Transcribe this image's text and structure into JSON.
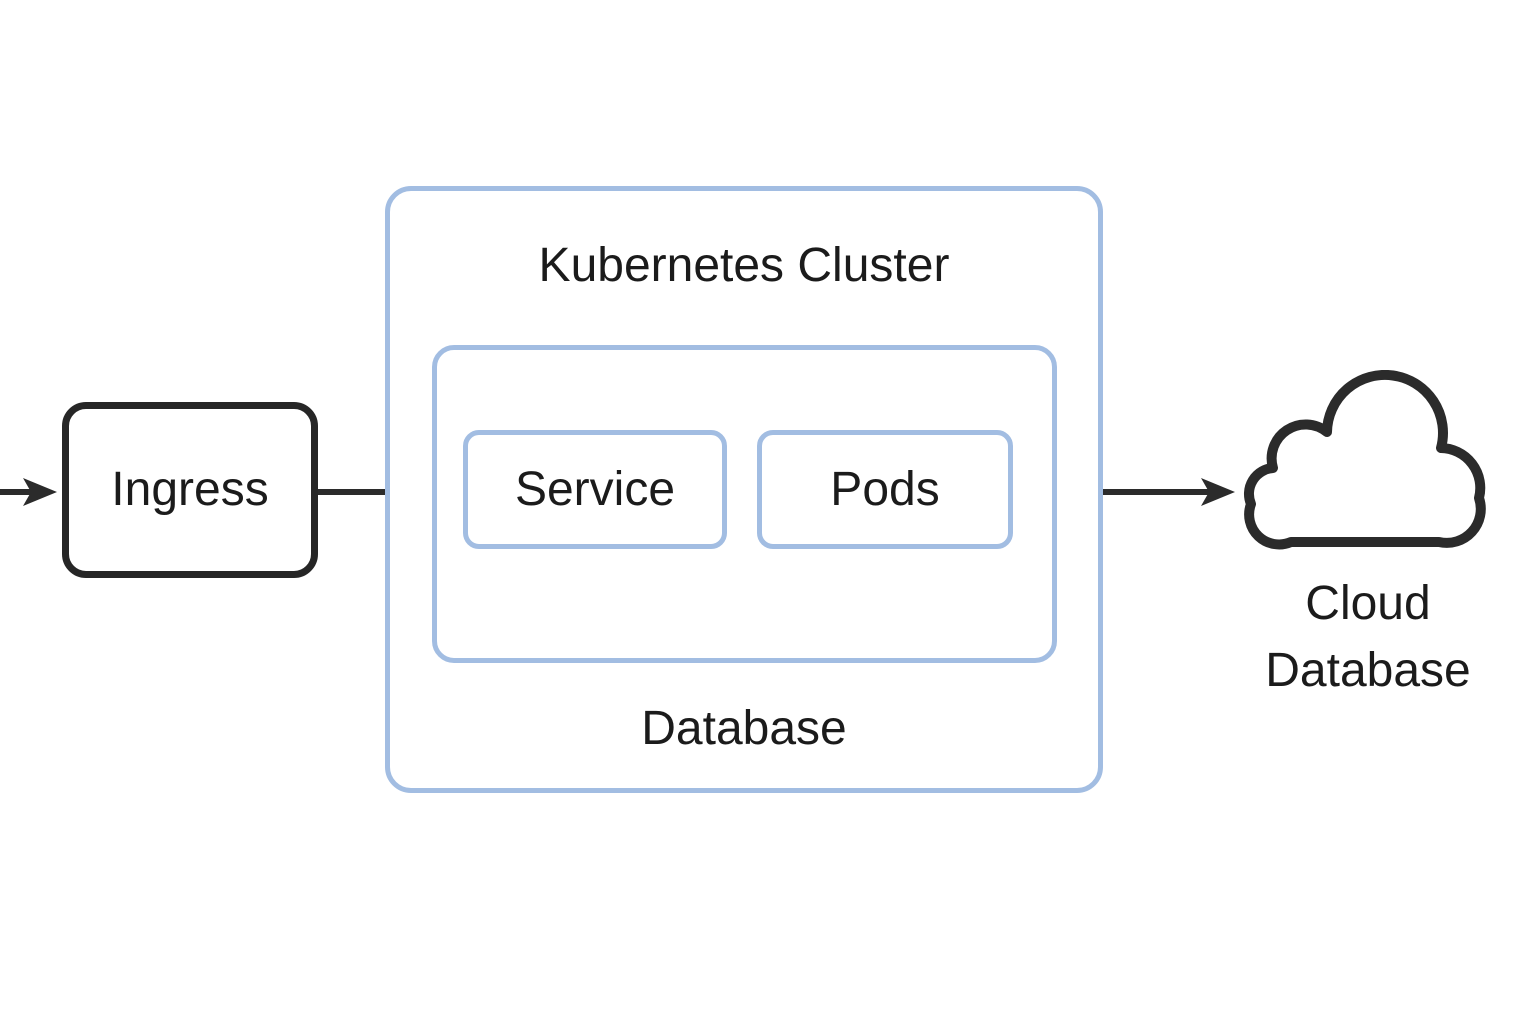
{
  "diagram": {
    "type": "architecture-flow",
    "nodes": {
      "ingress": {
        "label": "Ingress",
        "shape": "rounded-rect",
        "border_color": "#262626"
      },
      "cluster": {
        "label": "Kubernetes Cluster",
        "shape": "rounded-container",
        "border_color": "#a2bde2"
      },
      "database_group": {
        "label": "Database",
        "shape": "rounded-container",
        "border_color": "#a2bde2"
      },
      "service": {
        "label": "Service",
        "shape": "rounded-rect",
        "border_color": "#a2bde2"
      },
      "pods": {
        "label": "Pods",
        "shape": "rounded-rect",
        "border_color": "#a2bde2"
      },
      "cloud_database": {
        "label": "Cloud Database",
        "shape": "cloud-outline",
        "stroke_color": "#2b2b2b"
      }
    },
    "edges": [
      {
        "from": "offscreen-left",
        "to": "ingress",
        "style": "solid-arrow"
      },
      {
        "from": "ingress",
        "to": "database_group",
        "style": "solid-arrow"
      },
      {
        "from": "database_group",
        "to": "cloud_database",
        "style": "solid-arrow"
      }
    ],
    "colors": {
      "background": "#ffffff",
      "accent_blue_border": "#a2bde2",
      "black_border": "#262626",
      "arrow": "#2b2b2b",
      "text": "#1b1b1b"
    }
  }
}
